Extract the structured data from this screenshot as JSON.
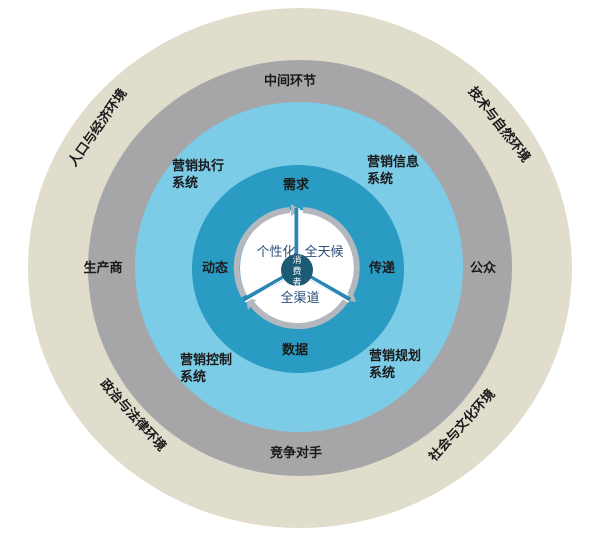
{
  "colors": {
    "outer_ring": "#e1ddcd",
    "gray_ring": "#a6a6a8",
    "light_blue_ring": "#7ccbe7",
    "dark_blue_ring": "#2a9bc3",
    "inner_white": "#ffffff",
    "arrow_gray": "#b3b7be",
    "spoke_blue": "#2a86b5",
    "center_badge": "#1d5a73"
  },
  "outer_ring": {
    "top_left": "人口与经济环境",
    "top_right": "技术与自然环境",
    "bottom_left": "政治与法律环境",
    "bottom_right": "社会与文化环境"
  },
  "gray_ring": {
    "top": "中间环节",
    "left": "生产商",
    "right": "公众",
    "bottom": "竞争对手"
  },
  "light_blue_ring": {
    "top_left": [
      "营销执行",
      "系统"
    ],
    "top_right": [
      "营销信息",
      "系统"
    ],
    "bottom_left": [
      "营销控制",
      "系统"
    ],
    "bottom_right": [
      "营销规划",
      "系统"
    ]
  },
  "dark_blue_ring": {
    "top": "需求",
    "left": "动态",
    "right": "传递",
    "bottom": "数据"
  },
  "inner_circle": {
    "segments": [
      "个性化",
      "全天候",
      "全渠道"
    ]
  },
  "center": {
    "chars": [
      "消",
      "费",
      "者"
    ]
  }
}
